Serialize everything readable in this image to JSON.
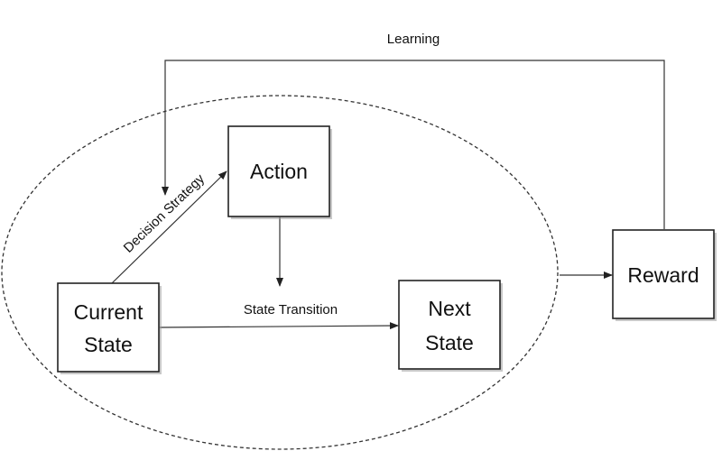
{
  "diagram": {
    "nodes": {
      "action": {
        "label": "Action"
      },
      "current_state": {
        "line1": "Current",
        "line2": "State"
      },
      "next_state": {
        "line1": "Next",
        "line2": "State"
      },
      "reward": {
        "label": "Reward"
      }
    },
    "edges": {
      "learning": "Learning",
      "decision_strategy": "Decision Strategy",
      "state_transition": "State Transition"
    },
    "colors": {
      "stroke": "#222222",
      "background": "#ffffff"
    }
  }
}
